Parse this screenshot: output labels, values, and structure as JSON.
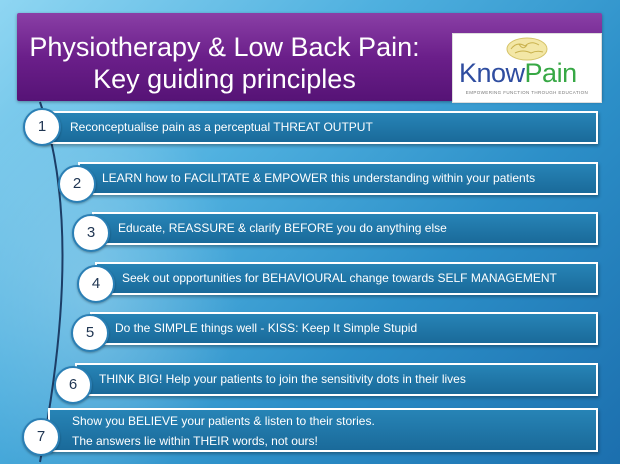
{
  "header": {
    "title_line1": "Physiotherapy & Low Back Pain:",
    "title_line2": "Key guiding principles"
  },
  "logo": {
    "word_know": "Know",
    "word_pain": "Pain",
    "tagline": "EMPOWERING FUNCTION THROUGH EDUCATION",
    "icon": "brain-icon"
  },
  "principles": [
    {
      "number": "1",
      "text": "Reconceptualise pain as a perceptual THREAT OUTPUT"
    },
    {
      "number": "2",
      "text": "LEARN how to FACILITATE & EMPOWER this understanding within your patients"
    },
    {
      "number": "3",
      "text": "Educate, REASSURE & clarify BEFORE you do anything else"
    },
    {
      "number": "4",
      "text": "Seek out opportunities for BEHAVIOURAL change towards SELF MANAGEMENT"
    },
    {
      "number": "5",
      "text": "Do the SIMPLE things well - KISS: Keep It Simple Stupid"
    },
    {
      "number": "6",
      "text": "THINK BIG! Help your patients to join the sensitivity dots in their lives"
    },
    {
      "number": "7",
      "text_line1": "Show you BELIEVE your patients & listen to their stories.",
      "text_line2": "The answers lie within THEIR words, not ours!"
    }
  ],
  "colors": {
    "header": "#6b1f8a",
    "bar": "#1f76a8",
    "know": "#2f4da0",
    "pain": "#37a845"
  }
}
